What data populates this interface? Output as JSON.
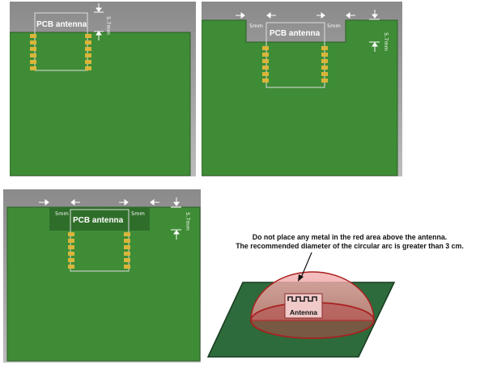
{
  "colors": {
    "board": "#3f8c36",
    "board_dark": "#2f6e2a",
    "board_edge": "#2b5e25",
    "keepout_gray": "#9a9a9a",
    "pad_gold": "#d9b53a",
    "dome_red": "#d33a3a",
    "plane_green": "#2e6b3c"
  },
  "panels": [
    {
      "antenna_label": "PCB antenna",
      "dim_vertical": "5.7mm"
    },
    {
      "antenna_label": "PCB antenna",
      "dim_left": "5mm",
      "dim_right": "5mm",
      "dim_vertical": "5.7mm"
    },
    {
      "antenna_label": "PCB antenna",
      "dim_left": "5mm",
      "dim_right": "5mm",
      "dim_vertical": "5.7mm"
    }
  ],
  "diagram": {
    "caption_line1": "Do not place any metal in the red area above the antenna.",
    "caption_line2": "The recommended diameter of the circular arc is greater than 3 cm.",
    "antenna_label": "Antenna",
    "icons": [
      "arrow-pointer-icon",
      "meander-antenna-icon"
    ]
  }
}
